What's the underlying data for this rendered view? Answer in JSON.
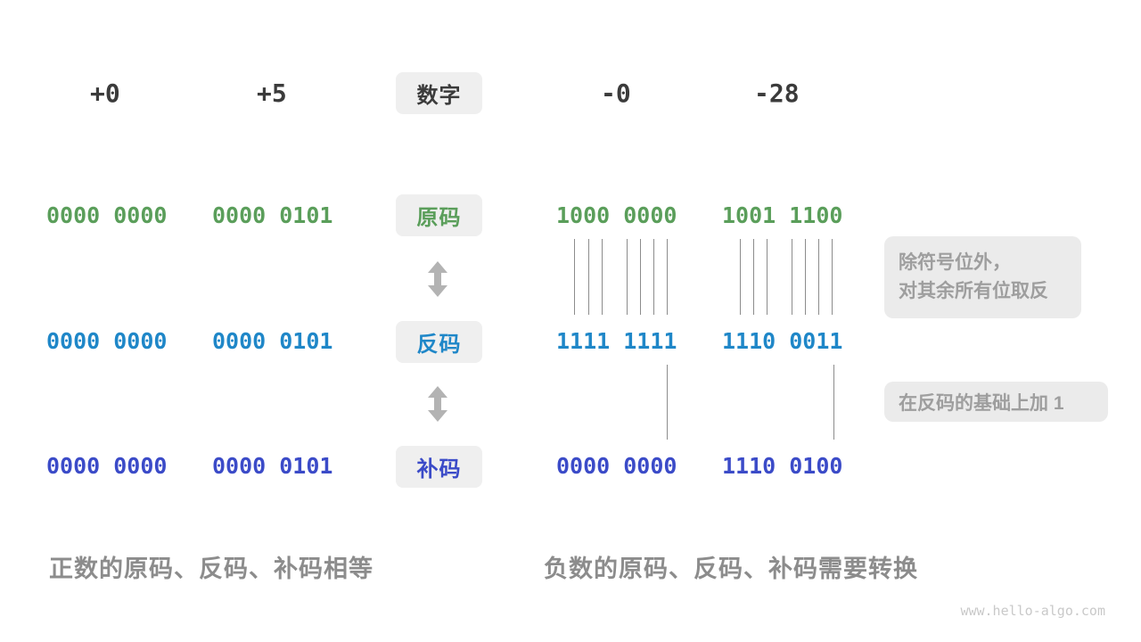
{
  "header": {
    "cols": [
      "+0",
      "+5",
      "-0",
      "-28"
    ],
    "label": "数字"
  },
  "rows": {
    "yuanma": {
      "label": "原码",
      "v1": "0000 0000",
      "v2": "0000 0101",
      "v3": "1000 0000",
      "v4": "1001 1100"
    },
    "fanma": {
      "label": "反码",
      "v1": "0000 0000",
      "v2": "0000 0101",
      "v3": "1111 1111",
      "v4": "1110 0011"
    },
    "buma": {
      "label": "补码",
      "v1": "0000 0000",
      "v2": "0000 0101",
      "v3": "0000 0000",
      "v4": "1110 0100"
    }
  },
  "annotations": {
    "flip_line1": "除符号位外，",
    "flip_line2": "对其余所有位取反",
    "add_one": "在反码的基础上加 1"
  },
  "captions": {
    "positive": "正数的原码、反码、补码相等",
    "negative": "负数的原码、反码、补码需要转换"
  },
  "watermark": "www.hello-algo.com",
  "colors": {
    "sign_magnitude_green": "#5a9e5a",
    "ones_complement_blue": "#1f87c8",
    "twos_complement_indigo": "#3b4bc8",
    "header_dark": "#3b3b3b",
    "pill_background": "#efefef",
    "note_background": "#ebebeb",
    "note_text": "#9e9e9e",
    "caption_gray": "#8c8c8c",
    "connector_line": "#8c8c8c",
    "arrow_gray": "#b3b3b3",
    "watermark_gray": "#c9c9c9"
  }
}
